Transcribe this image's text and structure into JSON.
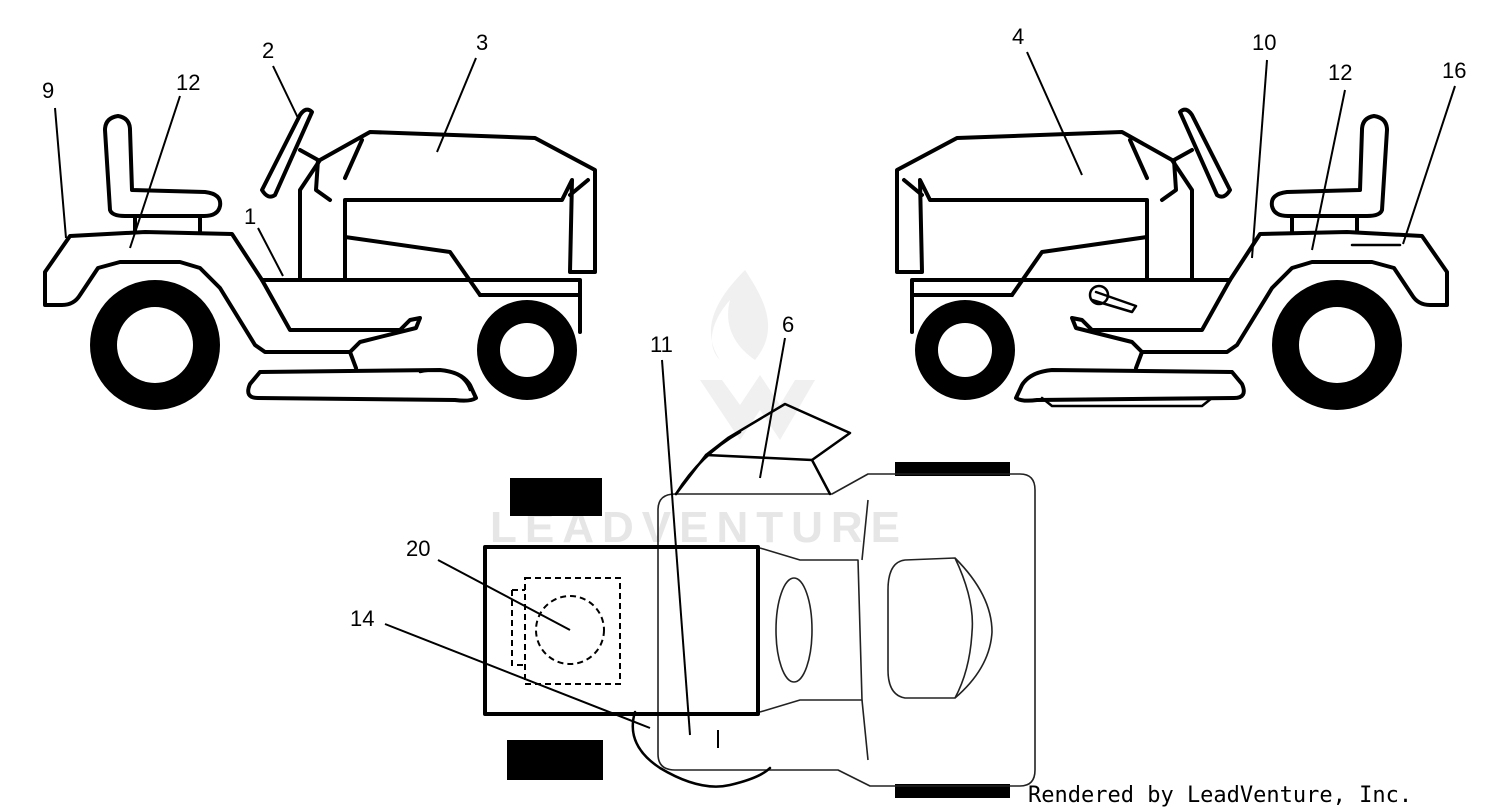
{
  "watermark": {
    "text": "LEADVENTURE"
  },
  "credit": {
    "text": "Rendered by LeadVenture, Inc."
  },
  "callouts": {
    "c1": "1",
    "c2": "2",
    "c3": "3",
    "c4": "4",
    "c6": "6",
    "c9": "9",
    "c10": "10",
    "c11": "11",
    "c12a": "12",
    "c12b": "12",
    "c14": "14",
    "c16": "16",
    "c20": "20"
  }
}
